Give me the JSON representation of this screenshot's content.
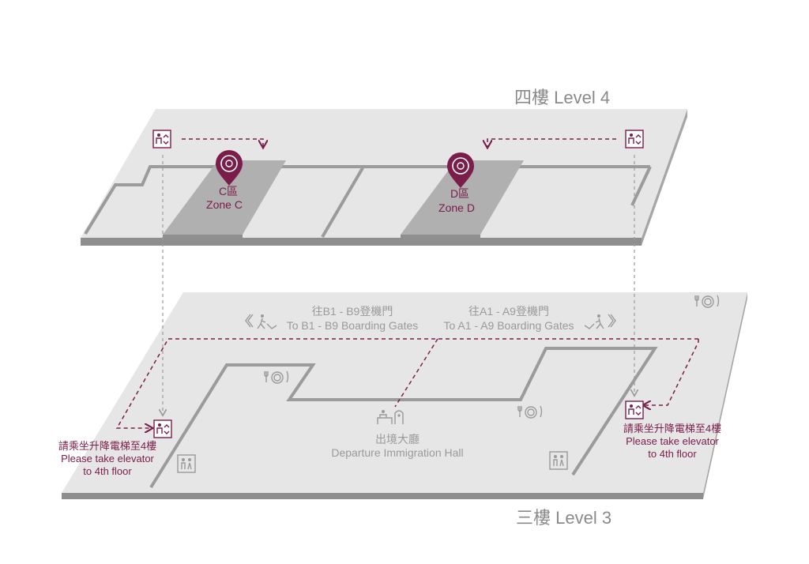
{
  "levels": {
    "upper": {
      "title": "四樓 Level 4"
    },
    "lower": {
      "title": "三樓 Level 3"
    }
  },
  "zones": [
    {
      "name_zh": "C區",
      "name_en": "Zone C",
      "icon": "map-pin-icon"
    },
    {
      "name_zh": "D區",
      "name_en": "Zone D",
      "icon": "map-pin-icon"
    }
  ],
  "directions": {
    "left": {
      "zh": "往B1 - B9登機門",
      "en": "To B1 - B9 Boarding Gates"
    },
    "right": {
      "zh": "往A1 - A9登機門",
      "en": "To A1 - A9 Boarding Gates"
    }
  },
  "hall": {
    "zh": "出境大廳",
    "en": "Departure Immigration Hall"
  },
  "elevator_note": {
    "line1": "請乘坐升降電梯至4樓",
    "line2": "Please take elevator",
    "line3": "to 4th floor"
  },
  "icons": [
    "elevator-icon",
    "restaurant-icon",
    "restroom-icon",
    "immigration-counter-icon",
    "walking-person-icon",
    "map-pin-icon"
  ],
  "colors": {
    "accent": "#7a1d4a",
    "floor": "#e6e6e6",
    "floor_edge": "#8e8e8e",
    "zone_block": "#b4b4b4",
    "label_grey": "#9a9a9a"
  }
}
